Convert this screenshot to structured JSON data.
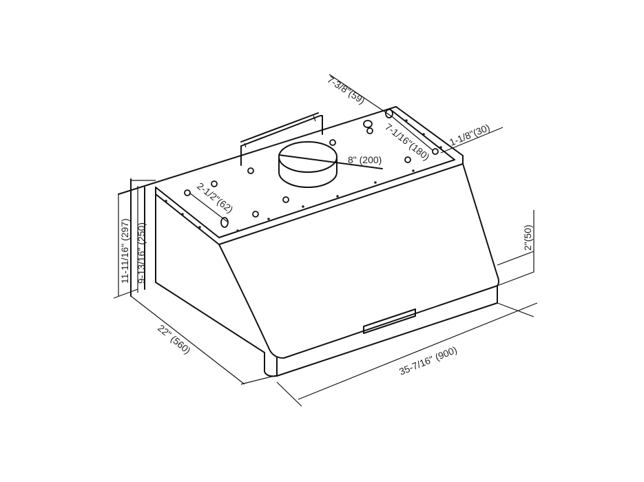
{
  "diagram": {
    "subject": "Under-cabinet range hood dimension drawing",
    "stroke_color": "#111111",
    "background": "#ffffff",
    "dimensions": {
      "outlet_offset_back": "7-3/8\"(59)",
      "outlet_offset_side": "7-1/16\"(180)",
      "flange_depth": "1-1/8\"(30)",
      "duct_diameter": "8\"  (200)",
      "keyhole_spacing": "2-1/2\"(62)",
      "overall_height": "11-11/16\" (297)",
      "body_height": "9-13/16\" (250)",
      "depth": "22\" (560)",
      "width": "35-7/16\" (900)",
      "front_lip": "2\"(50)"
    }
  }
}
